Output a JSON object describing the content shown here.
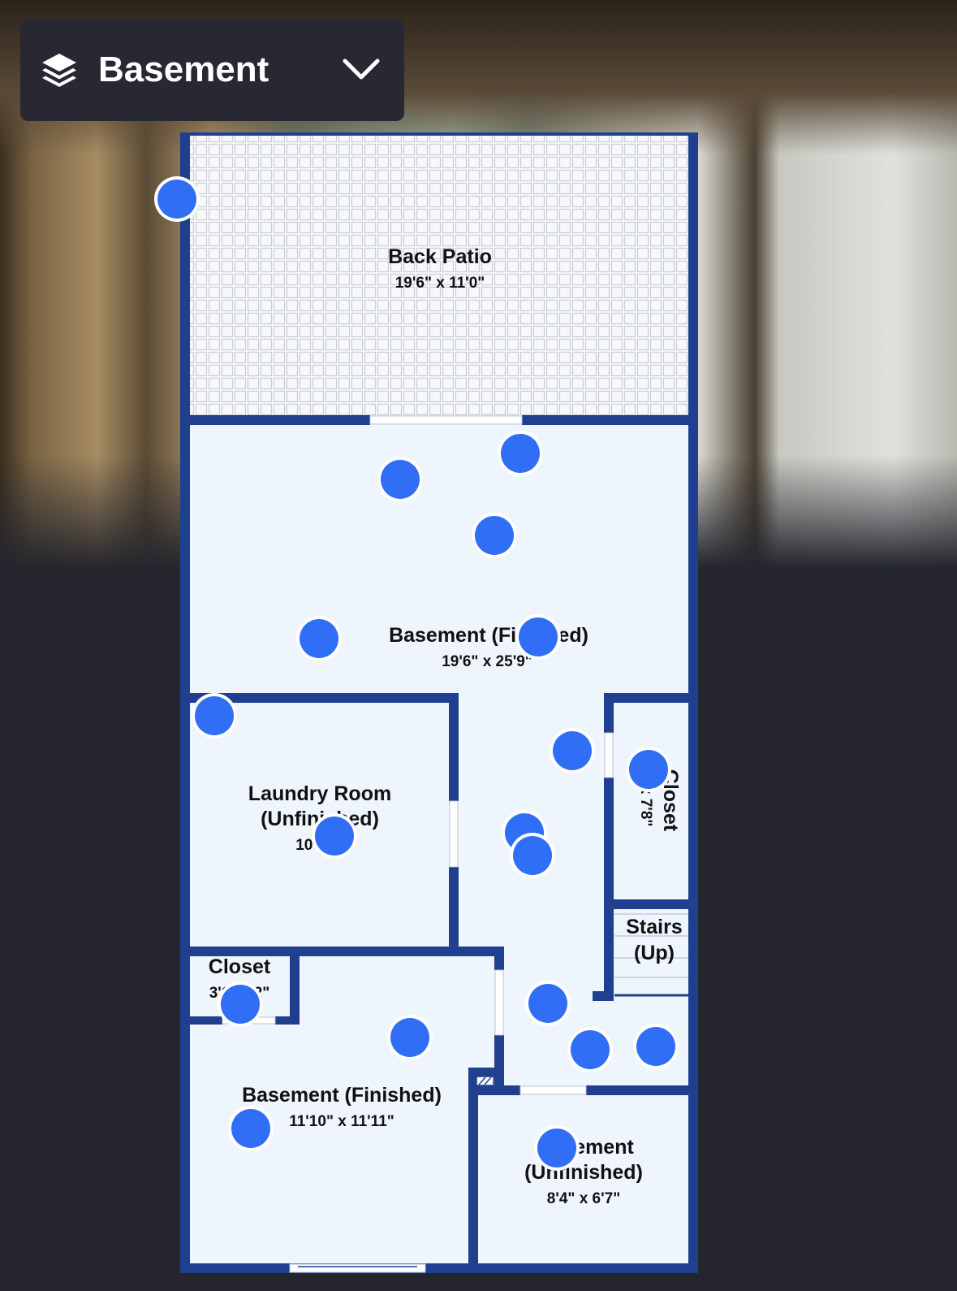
{
  "level_selector": {
    "icon": "layers-icon",
    "current_level": "Basement",
    "dropdown_icon": "chevron-down-icon"
  },
  "colors": {
    "wall": "#203f8f",
    "floor": "#eef5fc",
    "pin": "#2f6ef5",
    "panel": "#272831"
  },
  "rooms": {
    "back_patio": {
      "name": "Back Patio",
      "dims": "19'6\" x 11'0\""
    },
    "basement_finished_main": {
      "name": "Basement (Finished)",
      "dims": "19'6\" x 25'9\""
    },
    "closet_right": {
      "name": "Closet",
      "dims": "\" x 7'8\""
    },
    "laundry_room": {
      "name_line1": "Laundry Room",
      "name_line2": "(Unfinished)",
      "dims": "10'1\" \""
    },
    "stairs": {
      "name_line1": "Stairs",
      "name_line2": "(Up)"
    },
    "closet_small": {
      "name": "Closet",
      "dims": "3'10\" '2\""
    },
    "basement_finished_small": {
      "name": "Basement (Finished)",
      "dims": "11'10\" x 11'11\""
    },
    "basement_unfinished": {
      "name_line1": "ement",
      "name_line2": "(Unfinished)",
      "dims": "8'4\" x 6'7\""
    }
  }
}
